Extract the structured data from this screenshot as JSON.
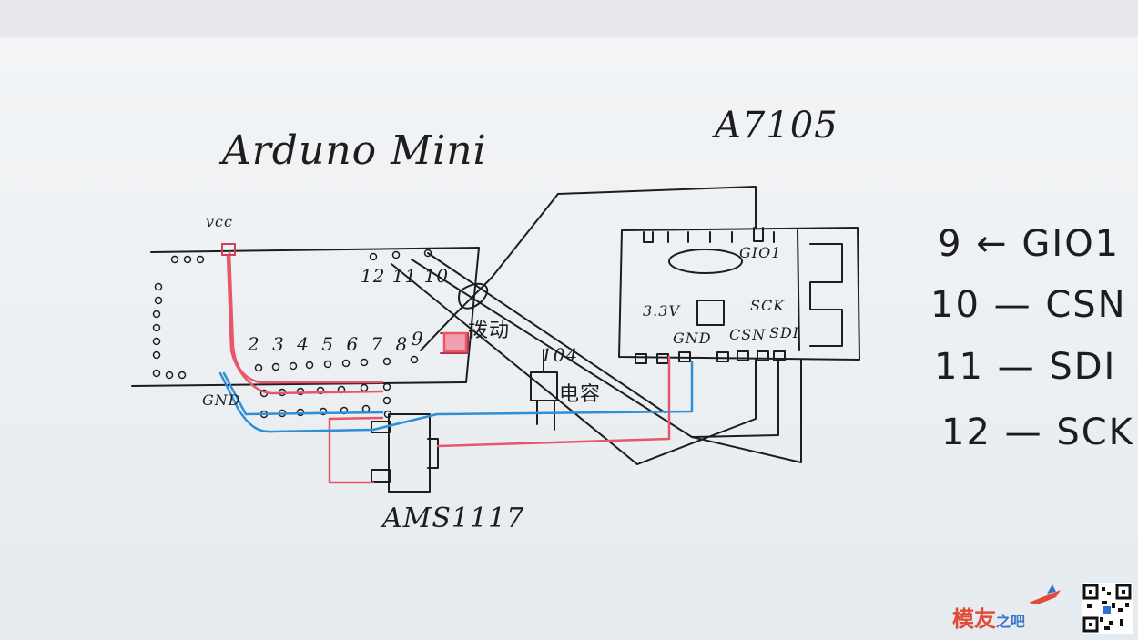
{
  "labels": {
    "arduino_title": "Arduno Mini",
    "module_title": "A7105",
    "vcc": "vcc",
    "gnd_left": "GND",
    "pins_top": "12 11   10",
    "pin_9": "9",
    "pins_bottom": "2 3 4 5 6 7 8",
    "switch_label": "拨动",
    "cap_value": "104",
    "cap_label": "电容",
    "regulator": "AMS1117",
    "gio1": "GIO1",
    "v33": "3.3V",
    "sck": "SCK",
    "gnd_module": "GND",
    "csn": "CSN",
    "sdi": "SDI"
  },
  "legend": [
    {
      "pin": "9",
      "signal": "GIO1"
    },
    {
      "pin": "10",
      "signal": "CSN"
    },
    {
      "pin": "11",
      "signal": "SDI"
    },
    {
      "pin": "12",
      "signal": "SCK"
    }
  ],
  "watermark": {
    "brand": "模友",
    "suffix": "之吧"
  },
  "colors": {
    "ink": "#1d1d1f",
    "red_wire": "#e8566a",
    "blue_wire": "#2f8fd6",
    "paper": "#eef1f3"
  }
}
